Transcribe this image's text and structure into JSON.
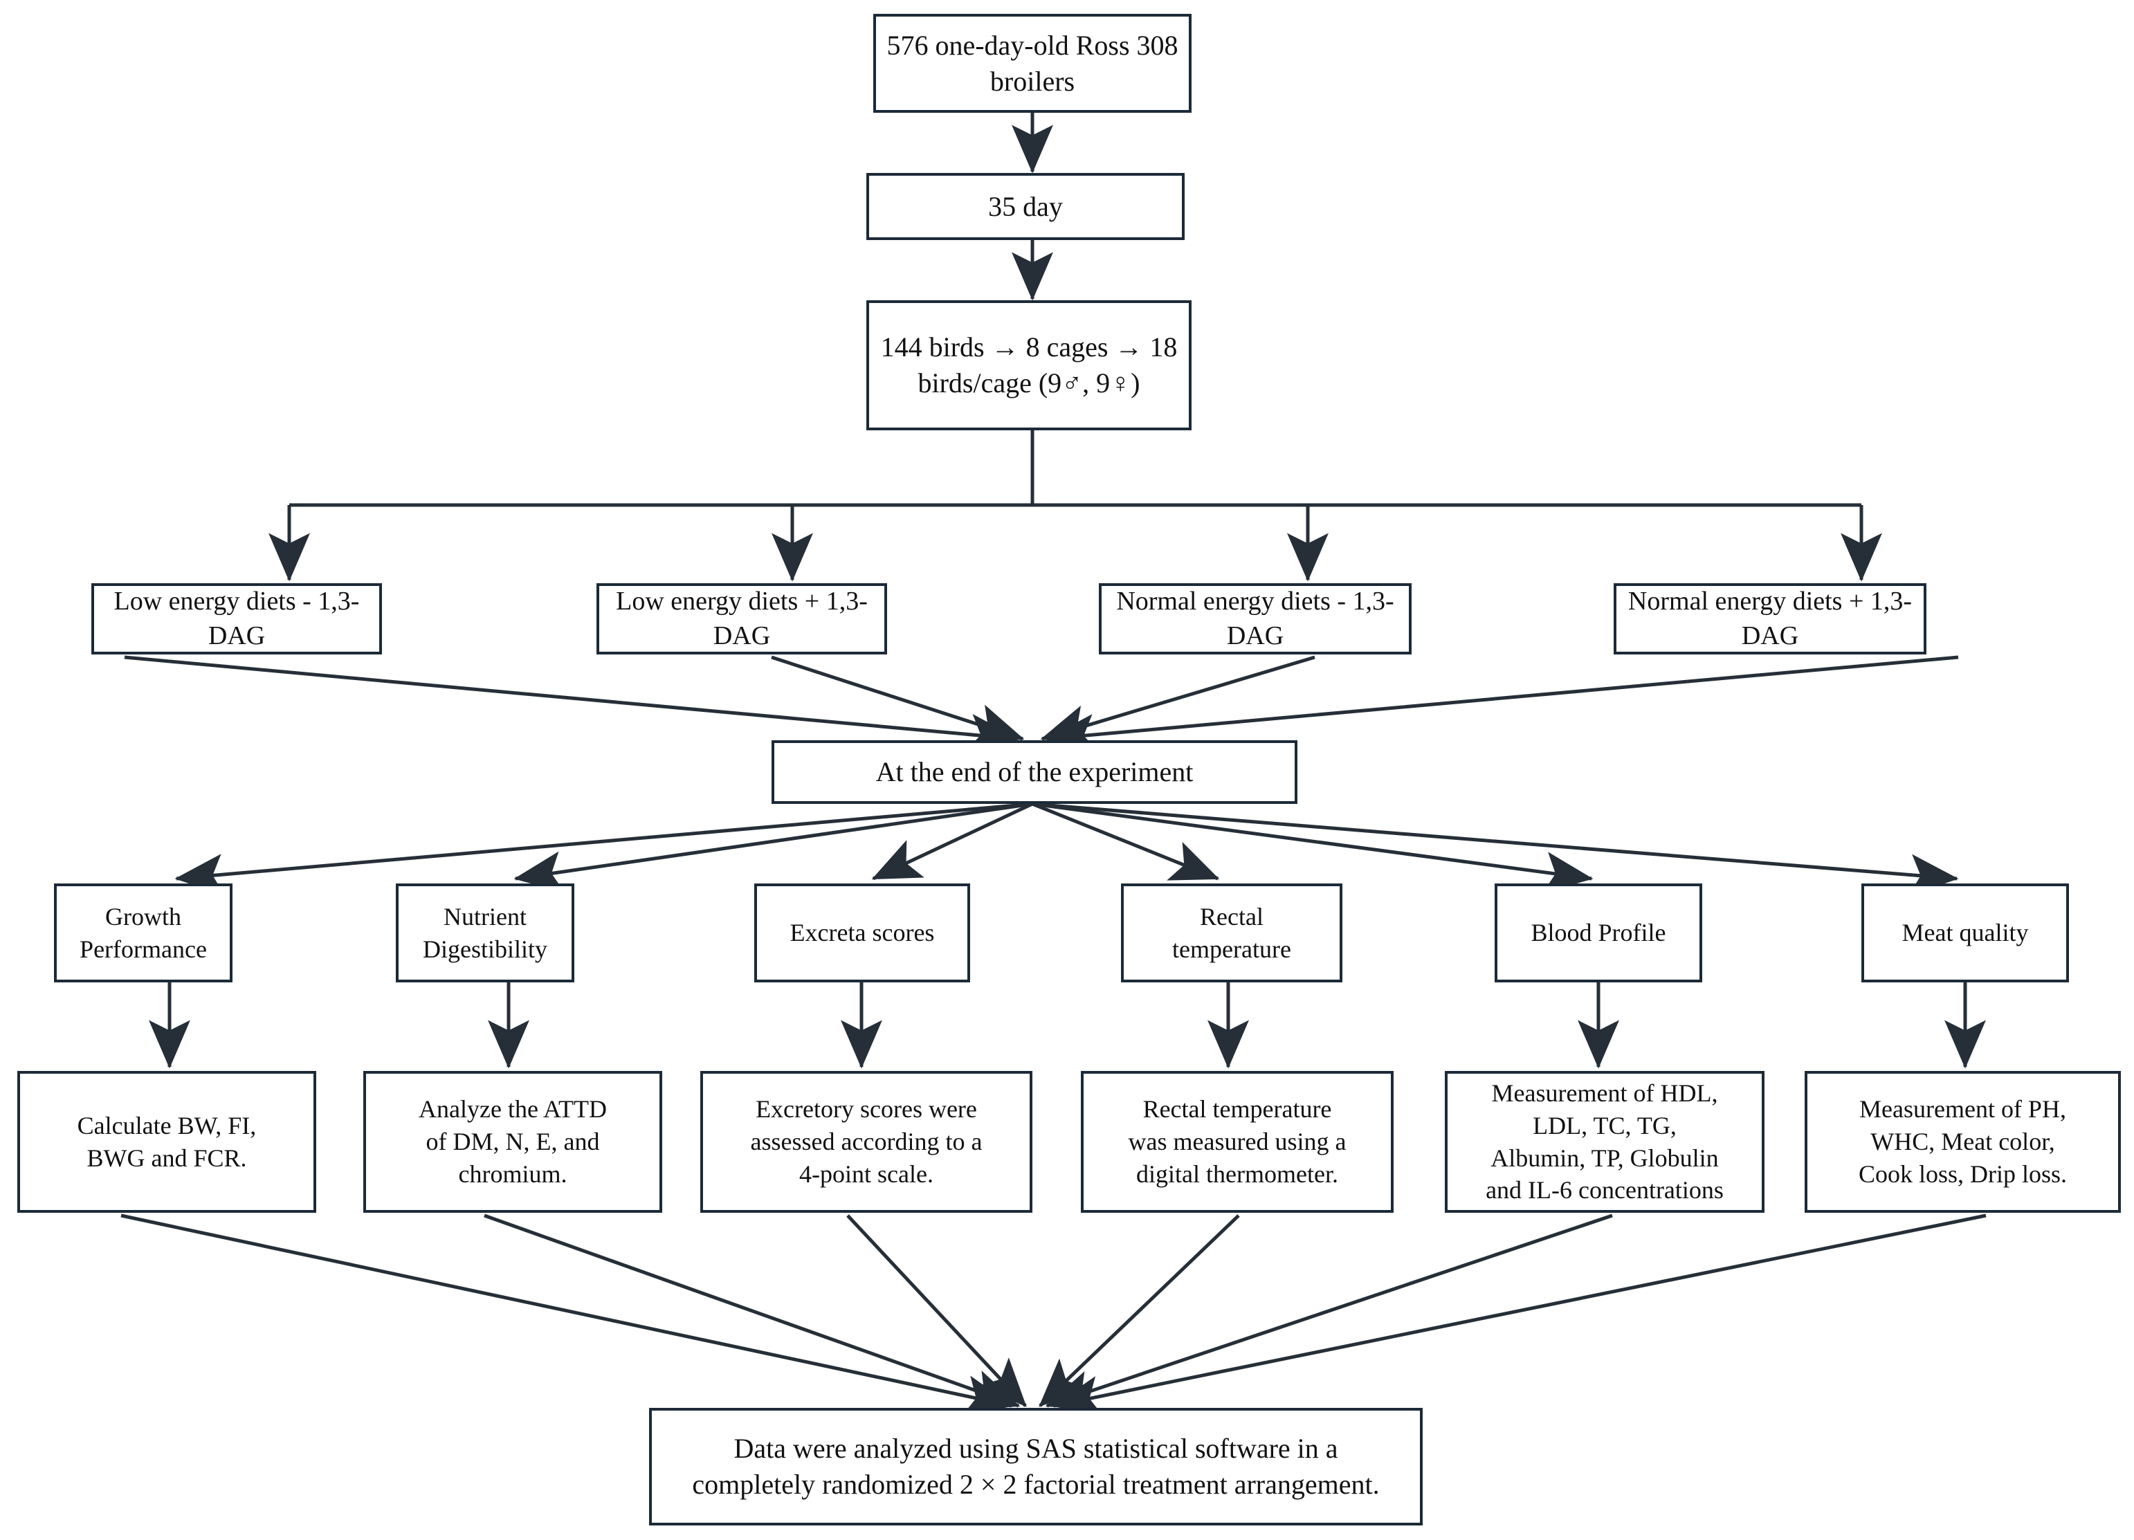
{
  "diagram": {
    "title": "Broiler feeding trial experimental design flowchart",
    "stroke_color": "#1c2a38",
    "fill_color": "#ffffff",
    "text_color": "#111111"
  },
  "nodes": {
    "birds": "576 one-day-old Ross 308\nbroilers",
    "duration": "35 day",
    "allocation": "144 birds → 8 cages → 18\nbirds/cage (9♂, 9♀)",
    "treatments": [
      "Low energy diets - 1,3-DAG",
      "Low energy diets + 1,3-DAG",
      "Normal energy diets - 1,3-DAG",
      "Normal energy diets + 1,3-DAG"
    ],
    "end_of_experiment": "At the end of the experiment",
    "categories": [
      "Growth\nPerformance",
      "Nutrient\nDigestibility",
      "Excreta scores",
      "Rectal\ntemperature",
      "Blood Profile",
      "Meat quality"
    ],
    "details": [
      "Calculate BW, FI,\nBWG and FCR.",
      "Analyze the ATTD\nof DM, N, E, and\nchromium.",
      "Excretory scores were\nassessed according to a\n4-point scale.",
      "Rectal temperature\nwas measured using a\ndigital thermometer.",
      "Measurement of HDL,\nLDL, TC, TG,\nAlbumin, TP, Globulin\nand IL-6 concentrations",
      "Measurement of PH,\nWHC, Meat color,\nCook loss, Drip loss."
    ],
    "analysis": "Data were analyzed using SAS statistical software in a\ncompletely randomized 2 × 2 factorial treatment arrangement."
  }
}
